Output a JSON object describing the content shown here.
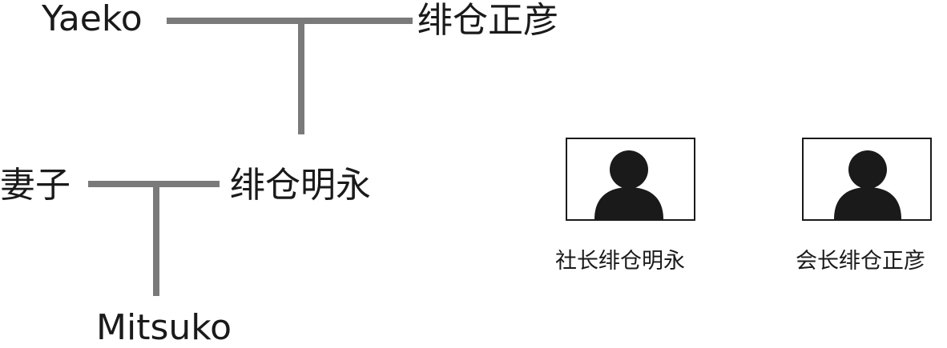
{
  "tree": {
    "grandmother": "Yaeko",
    "grandfather": "绯仓正彦",
    "wife": "妻子",
    "father": "绯仓明永",
    "child": "Mitsuko"
  },
  "portraits": [
    {
      "caption": "社长绯仓明永",
      "icon": "person-silhouette-icon"
    },
    {
      "caption": "会长绯仓正彦",
      "icon": "person-silhouette-icon"
    }
  ]
}
